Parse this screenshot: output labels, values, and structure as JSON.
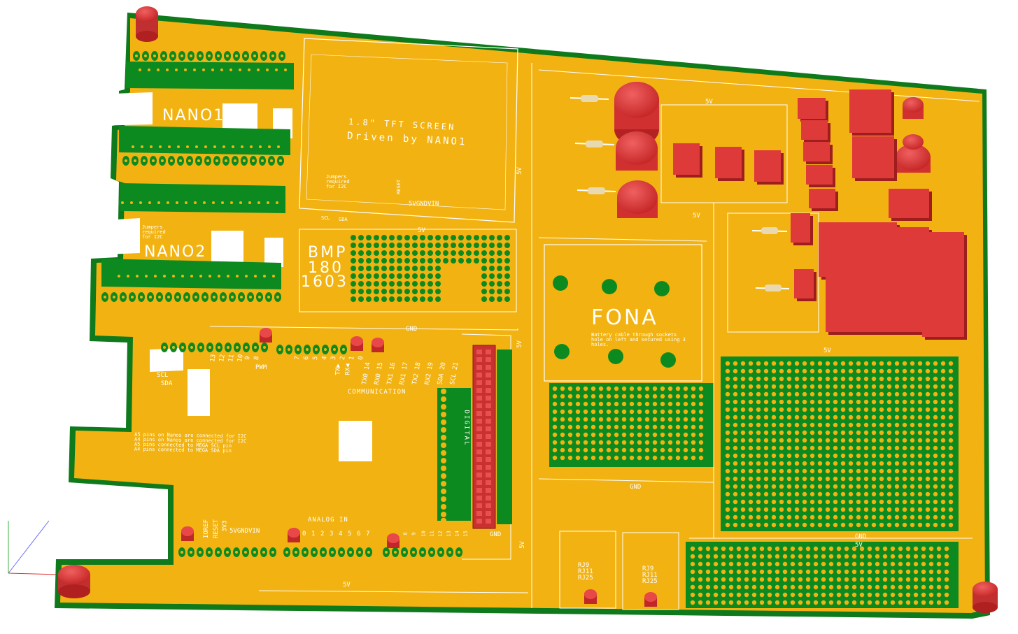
{
  "board": {
    "nano1_label": "NANO1",
    "nano2_label": "NANO2",
    "tft_title": "1.8\" TFT SCREEN",
    "tft_subtitle": "Driven by NANO1",
    "jumpers_note": "Jumpers required for I2C",
    "scl": "SCL",
    "sda": "SDA",
    "reset": "RESET",
    "v3": "3V3",
    "power_row_top": "5VGNDVIN",
    "bmp_line1": "BMP",
    "bmp_line2": "180",
    "bmp_line3": "1603",
    "fona": "FONA",
    "fona_note": "Battery cable through sockets hole on left and secured using 3 holes.",
    "pwm": "PWM",
    "communication": "COMMUNICATION",
    "tx_rx": [
      "TX▶",
      "RX◀"
    ],
    "comm_pins": [
      "TX0 14",
      "RX0 15",
      "TX1 16",
      "RX1 17",
      "TX2 18",
      "RX2 19",
      "SDA 20",
      "SCL 21"
    ],
    "digital": "DIGITAL",
    "analog_in": "ANALOG IN",
    "power_pins": [
      "IOREF",
      "RESET",
      "3V3",
      "5V",
      "GND",
      "VIN"
    ],
    "i2c_note": [
      "A5 pins on Nanos are connected for I2C",
      "A4 pins on Nanos are connected for I2C",
      "A5 pins connected to MEGA SCL pin",
      "A4 pins connected to MEGA SDA pin"
    ],
    "label_5v": "5V",
    "label_gnd": "GND",
    "rj_labels": [
      "RJ9",
      "RJ11",
      "RJ25"
    ],
    "pwm_numbers": [
      "13",
      "12",
      "11",
      "10",
      "9",
      "8",
      "7",
      "6",
      "5",
      "4",
      "3",
      "2",
      "1",
      "0"
    ],
    "analog_numbers": [
      "0",
      "1",
      "2",
      "3",
      "4",
      "5",
      "6",
      "7"
    ],
    "analog_extra": [
      "8",
      "9",
      "10",
      "11",
      "12",
      "13",
      "14",
      "15"
    ],
    "colors": {
      "board": "#F2B312",
      "pad": "#0C8A20",
      "mask_edge": "#0E7A1C",
      "component": "#E23B3B",
      "silk": "#FFFFFF"
    }
  }
}
